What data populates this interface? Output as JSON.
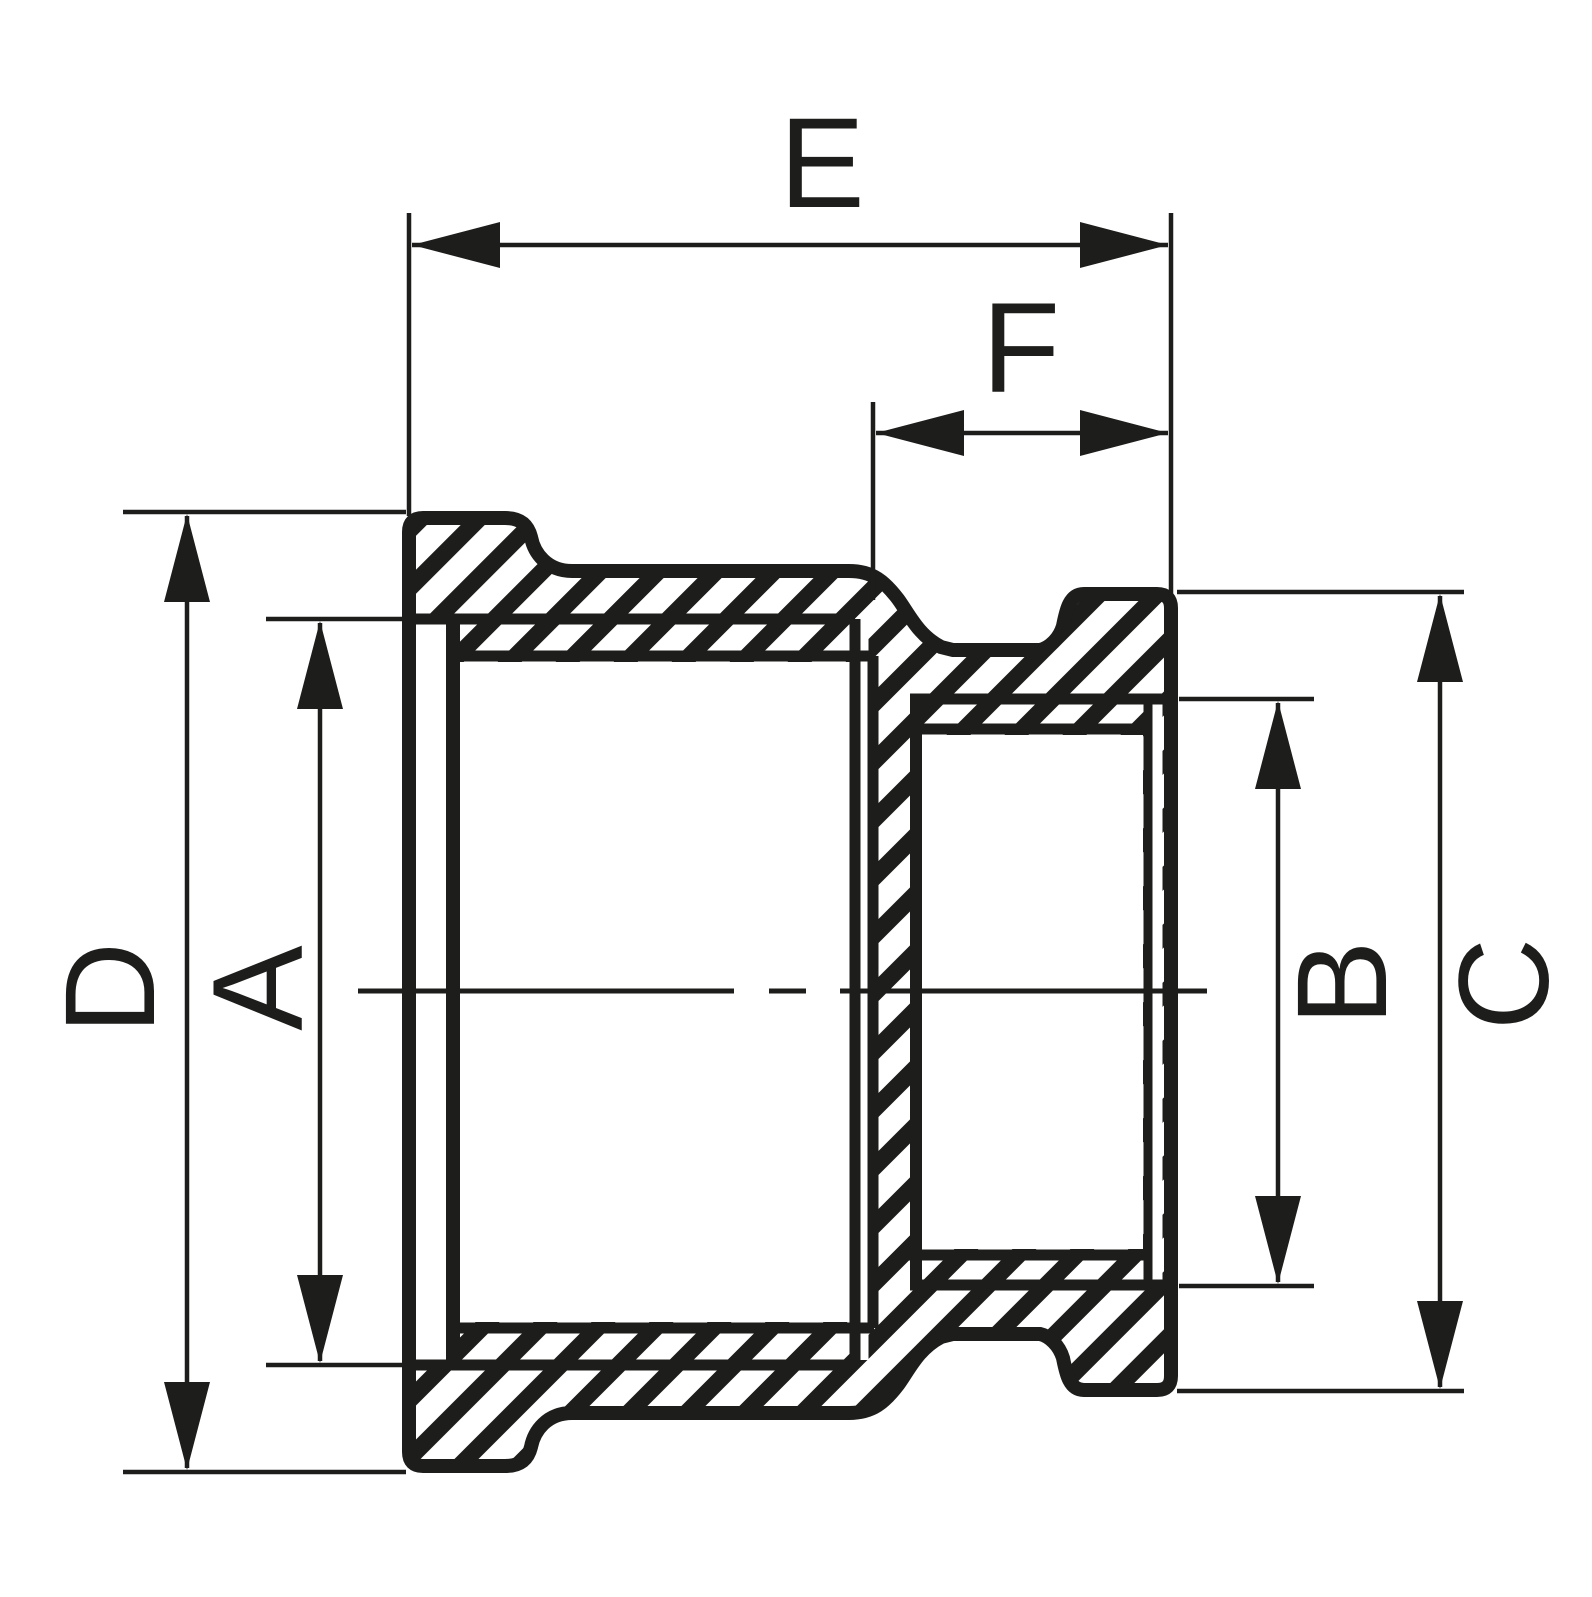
{
  "drawing": {
    "kind": "technical cross-section of a reducing socket pipe fitting",
    "colors": {
      "ink": "#1d1d1b",
      "background": "#ffffff"
    },
    "labels": {
      "e": "E",
      "f": "F",
      "d": "D",
      "a": "A",
      "b": "B",
      "c": "C"
    }
  }
}
